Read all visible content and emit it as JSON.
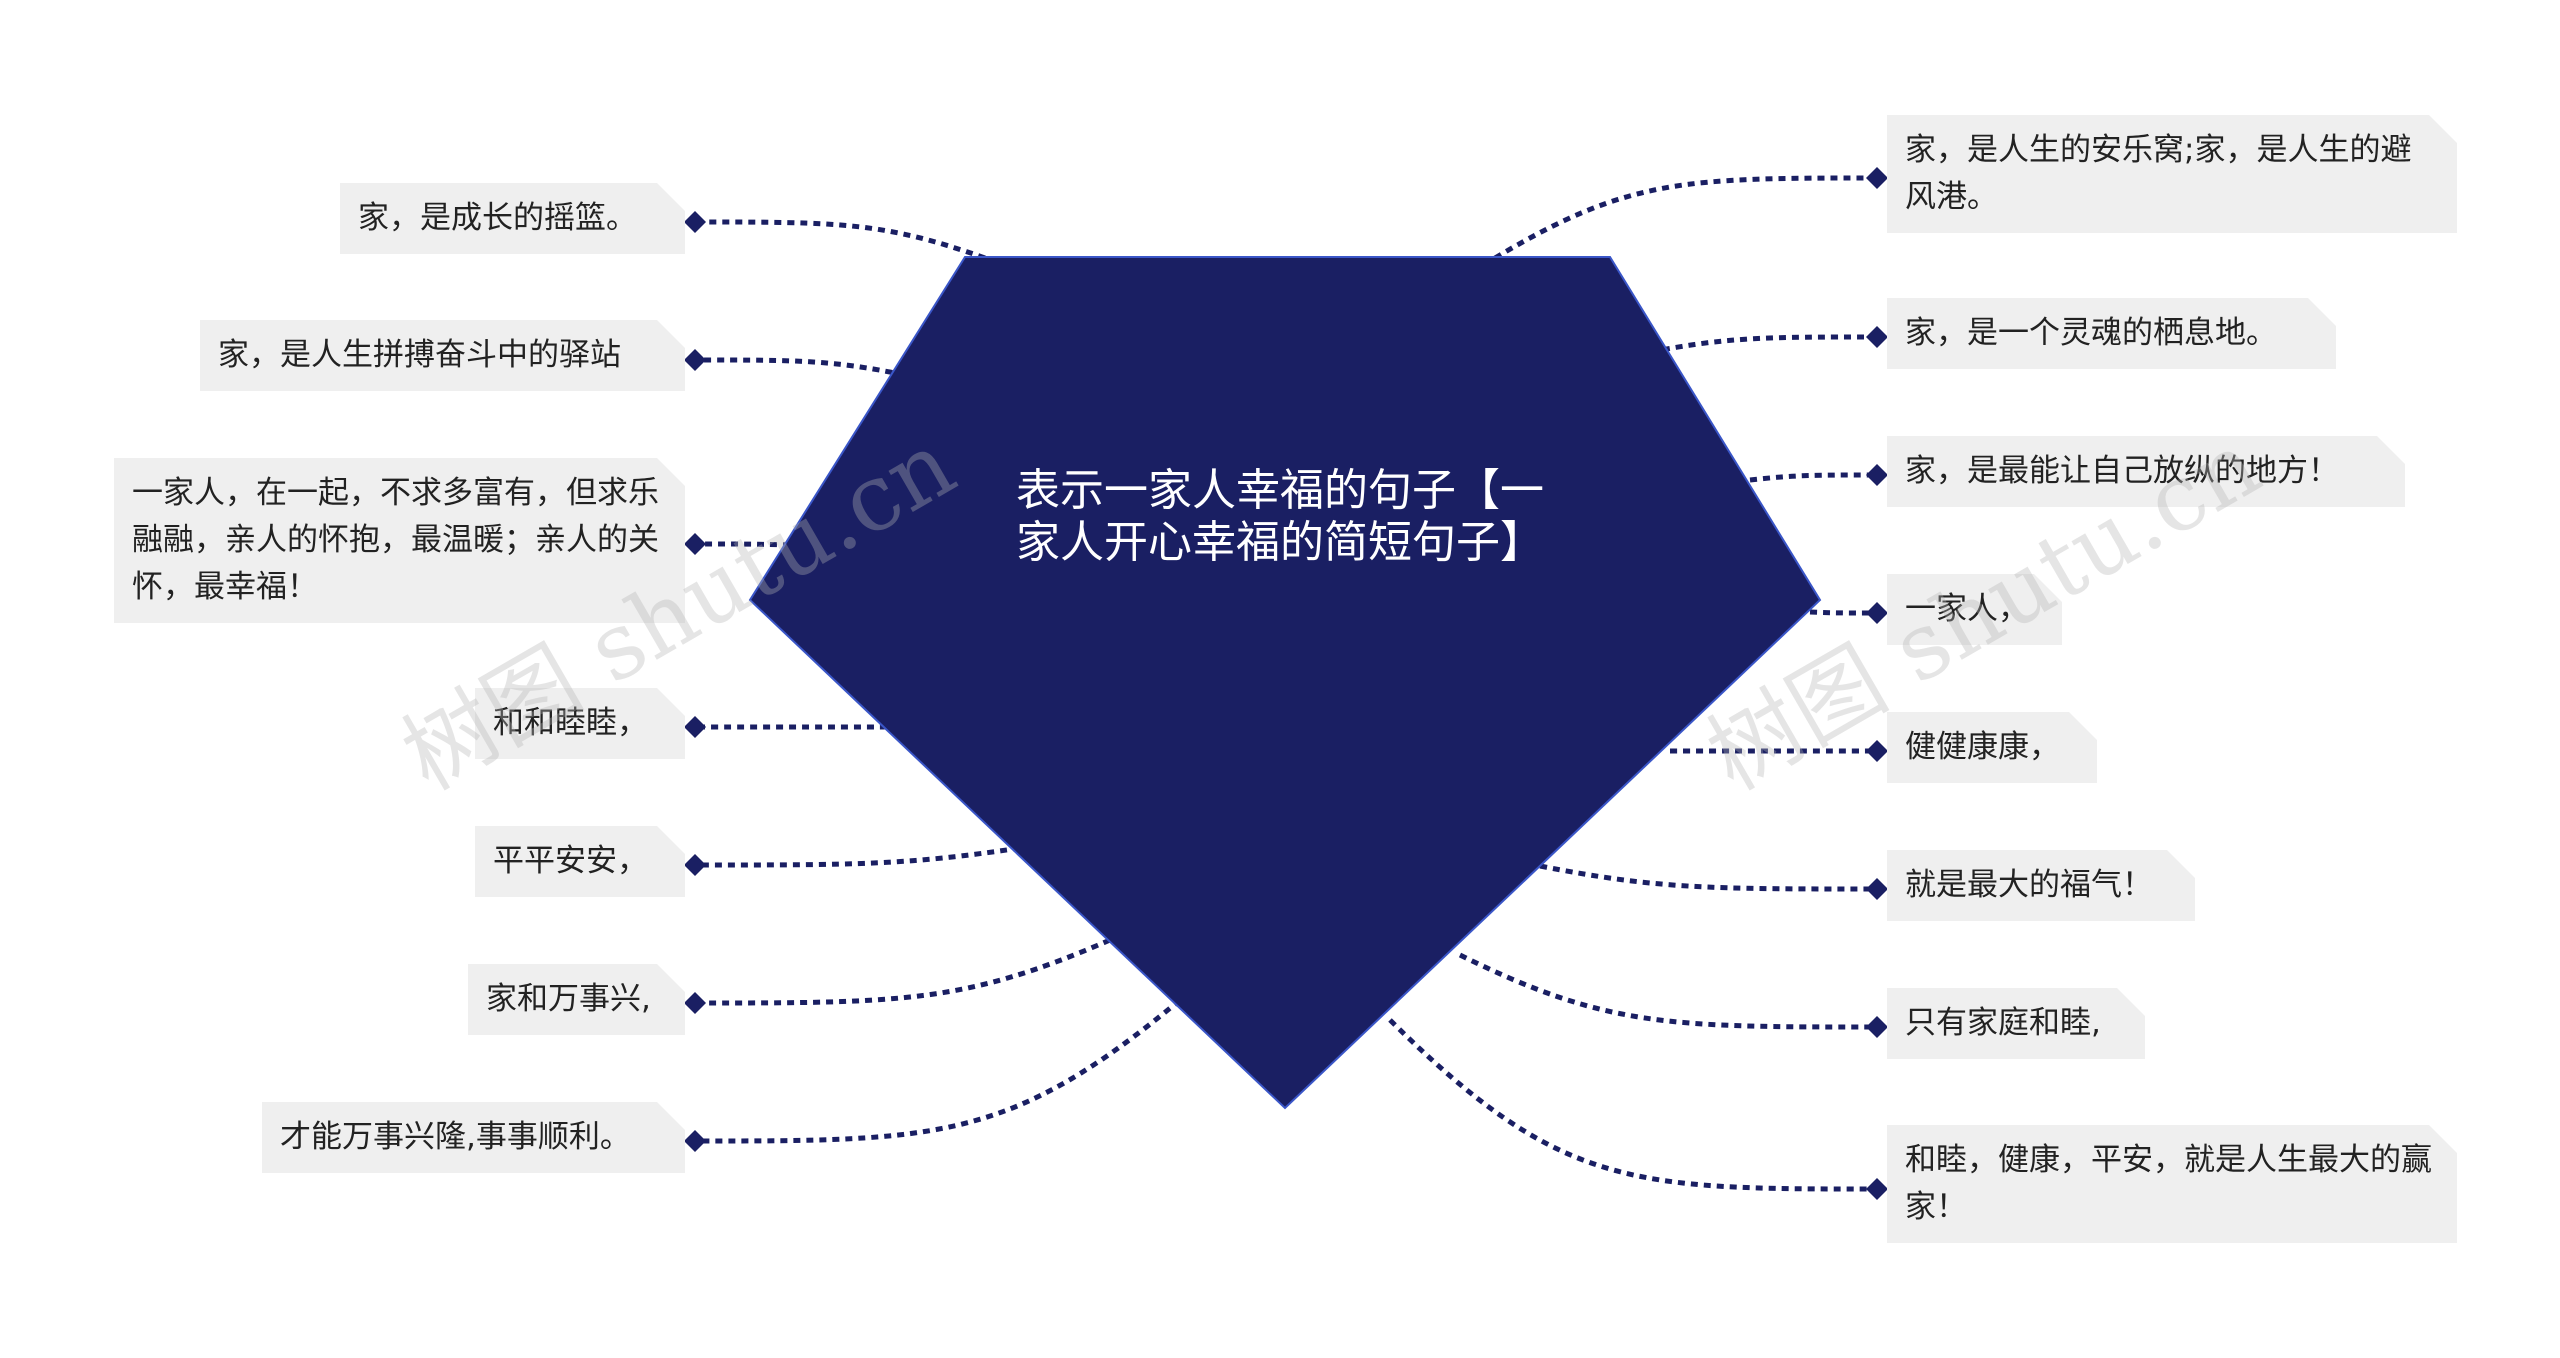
{
  "center": {
    "title": "表示一家人幸福的句子【一家人开心幸福的简短句子】"
  },
  "left_nodes": [
    {
      "text": "家，是成长的摇篮。"
    },
    {
      "text": "家，是人生拼搏奋斗中的驿站"
    },
    {
      "text": "一家人，在一起，不求多富有，但求乐融融，亲人的怀抱，最温暖；亲人的关怀，最幸福！"
    },
    {
      "text": "和和睦睦，"
    },
    {
      "text": "平平安安，"
    },
    {
      "text": "家和万事兴,"
    },
    {
      "text": "才能万事兴隆,事事顺利。"
    }
  ],
  "right_nodes": [
    {
      "text": "家，是人生的安乐窝;家，是人生的避风港。"
    },
    {
      "text": "家，是一个灵魂的栖息地。"
    },
    {
      "text": "家，是最能让自己放纵的地方！"
    },
    {
      "text": "一家人，"
    },
    {
      "text": "健健康康，"
    },
    {
      "text": "就是最大的福气！"
    },
    {
      "text": "只有家庭和睦,"
    },
    {
      "text": "和睦，健康，平安，就是人生最大的赢家！"
    }
  ],
  "watermark": "树图 shutu.cn",
  "colors": {
    "center_fill": "#1a1f63",
    "connector": "#1a1f63",
    "node_bg": "#efefef"
  }
}
